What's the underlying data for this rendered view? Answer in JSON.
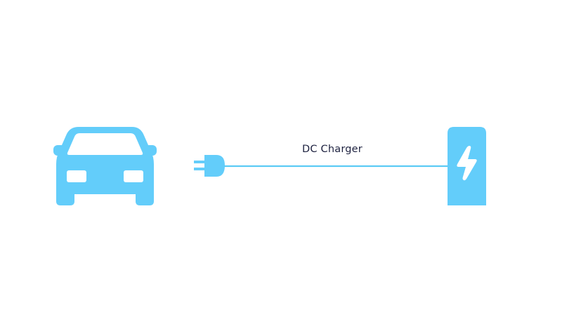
{
  "diagram": {
    "title": "",
    "colors": {
      "accent": "#63cdfa",
      "cable": "#5ccbf5",
      "background": "#ffffff",
      "label_text": "#1e2240",
      "icon_detail": "#ffffff"
    },
    "nodes": [
      {
        "id": "car",
        "icon": "car-front-icon",
        "label": ""
      },
      {
        "id": "plug",
        "icon": "plug-icon",
        "label": ""
      },
      {
        "id": "charger",
        "icon": "charging-station-icon",
        "label": ""
      }
    ],
    "edges": [
      {
        "from": "plug",
        "to": "charger",
        "label": "DC Charger"
      }
    ],
    "cable_label": "DC Charger"
  }
}
